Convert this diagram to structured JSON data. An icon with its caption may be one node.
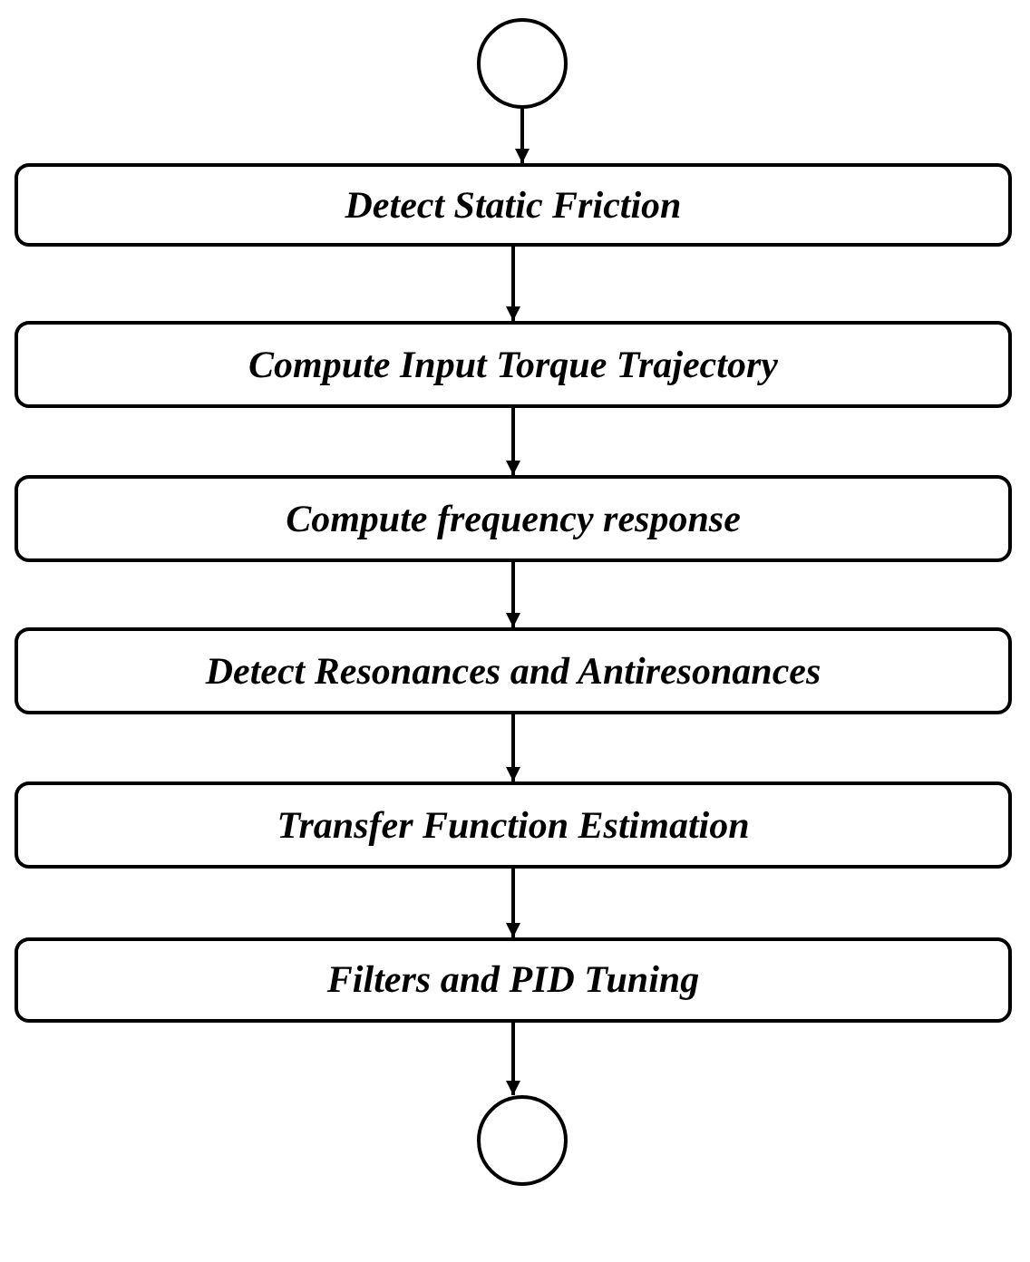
{
  "diagram": {
    "nodes": [
      {
        "text": [],
        "shape": "circle"
      },
      {
        "text": [
          "Detect Static Friction"
        ]
      },
      {
        "text": [
          "Compute Input Torque Trajectory"
        ]
      },
      {
        "text": [
          "Compute frequency response"
        ]
      },
      {
        "text": [
          "Detect Resonances and Antiresonances"
        ]
      },
      {
        "text": [
          "Transfer Function Estimation"
        ]
      },
      {
        "text": [
          "Filters and PID Tuning"
        ]
      },
      {
        "text": [],
        "shape": "circle"
      }
    ],
    "edges": [
      {
        "from": 0,
        "to": 1,
        "arrow": "to"
      },
      {
        "from": 1,
        "to": 2,
        "arrow": "to"
      },
      {
        "from": 2,
        "to": 3,
        "arrow": "to"
      },
      {
        "from": 3,
        "to": 4,
        "arrow": "to"
      },
      {
        "from": 4,
        "to": 5,
        "arrow": "to"
      },
      {
        "from": 5,
        "to": 6,
        "arrow": "to"
      },
      {
        "from": 6,
        "to": 7,
        "arrow": "to"
      }
    ]
  }
}
